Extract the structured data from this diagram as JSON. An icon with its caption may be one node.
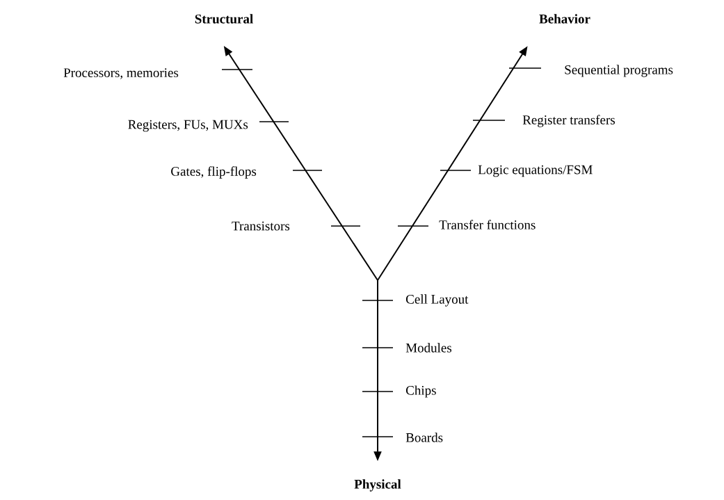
{
  "diagram": {
    "nodes": [
      {
        "text": [
          "Structural"
        ]
      },
      {
        "text": [
          "Behavior"
        ]
      },
      {
        "text": [
          "Physical"
        ]
      }
    ],
    "edges": [
      {
        "from": null,
        "to": 0,
        "arrow": "to"
      },
      {
        "from": null,
        "to": 1,
        "arrow": "to"
      },
      {
        "from": null,
        "to": 2,
        "arrow": "to"
      }
    ],
    "labels": [
      "Processors, memories",
      "Sequential programs",
      "Registers, FUs, MUXs",
      "Register transfers",
      "Gates, flip-flops",
      "Logic equations/FSM",
      "Transistors",
      "Transfer functions",
      "Cell Layout",
      "Modules",
      "Chips",
      "Boards"
    ]
  }
}
